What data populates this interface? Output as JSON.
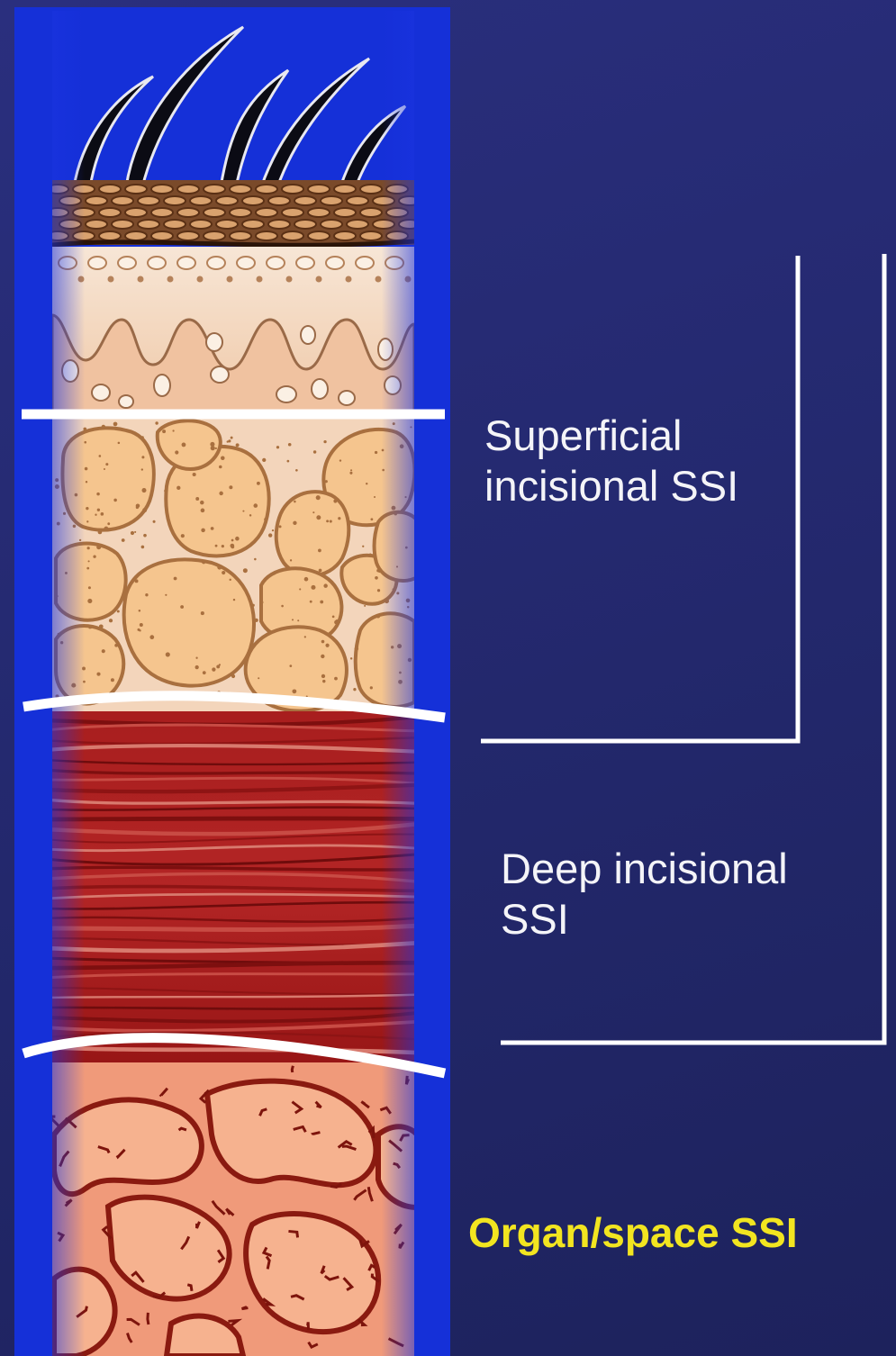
{
  "labels": {
    "superficial": "Superficial\nincisional SSI",
    "deep": "Deep incisional\nSSI",
    "organ": "Organ/space SSI"
  },
  "colors": {
    "background": "#25296f",
    "panel": "#1530d8",
    "bracket": "#ffffff",
    "organ_label": "#f2e520",
    "label": "#f4f4f8"
  },
  "layers": [
    "hair",
    "epidermis",
    "dermis",
    "subcutaneous-fat",
    "fascia",
    "muscle",
    "fascia",
    "organ"
  ]
}
